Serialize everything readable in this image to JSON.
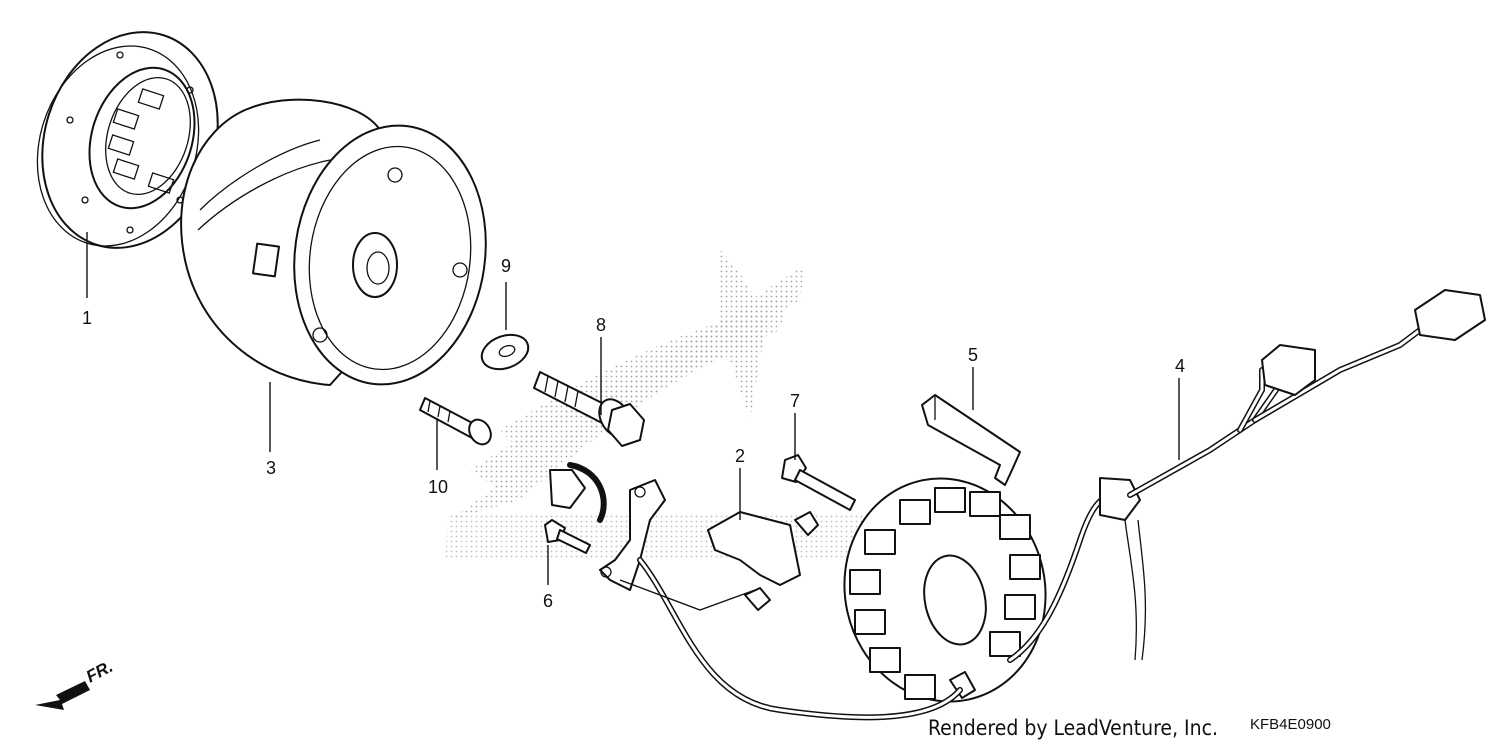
{
  "diagram": {
    "credit": "Rendered by LeadVenture, Inc.",
    "code": "KFB4E0900",
    "direction_label": "FR.",
    "callouts": [
      "1",
      "2",
      "3",
      "4",
      "5",
      "6",
      "7",
      "8",
      "9",
      "10"
    ]
  }
}
